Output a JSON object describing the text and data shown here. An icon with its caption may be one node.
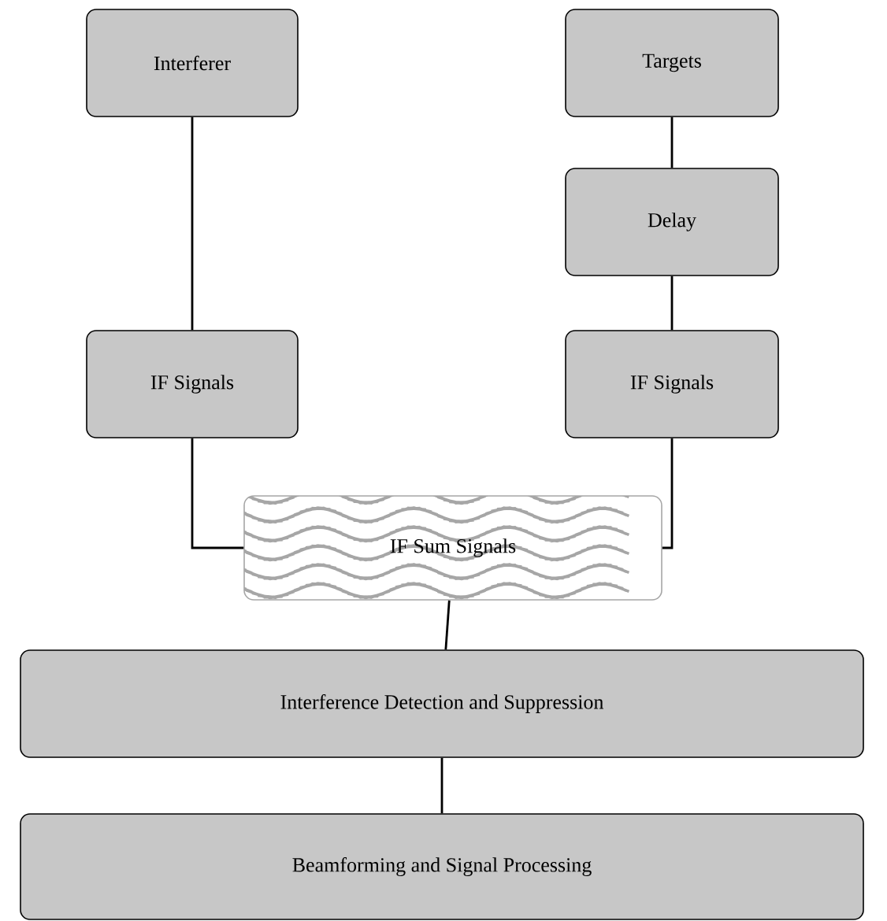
{
  "diagram": {
    "nodes": [
      {
        "text": [
          "Interferer"
        ]
      },
      {
        "text": [
          "Targets"
        ]
      },
      {
        "text": [
          "Delay"
        ]
      },
      {
        "text": [
          "IF Signals"
        ]
      },
      {
        "text": [
          "IF Signals"
        ]
      },
      {
        "text": [
          "IF Sum Signals"
        ]
      },
      {
        "text": [
          "Interference Detection and Suppression"
        ]
      },
      {
        "text": [
          "Beamforming and Signal Processing"
        ]
      }
    ],
    "edges": [
      {
        "from": 0,
        "to": 3,
        "arrow": "none"
      },
      {
        "from": 1,
        "to": 2,
        "arrow": "none"
      },
      {
        "from": 2,
        "to": 4,
        "arrow": "none"
      },
      {
        "from": 3,
        "to": 5,
        "arrow": "none"
      },
      {
        "from": 4,
        "to": 5,
        "arrow": "none"
      },
      {
        "from": 5,
        "to": 6,
        "arrow": "none"
      },
      {
        "from": 6,
        "to": 7,
        "arrow": "none"
      }
    ]
  }
}
